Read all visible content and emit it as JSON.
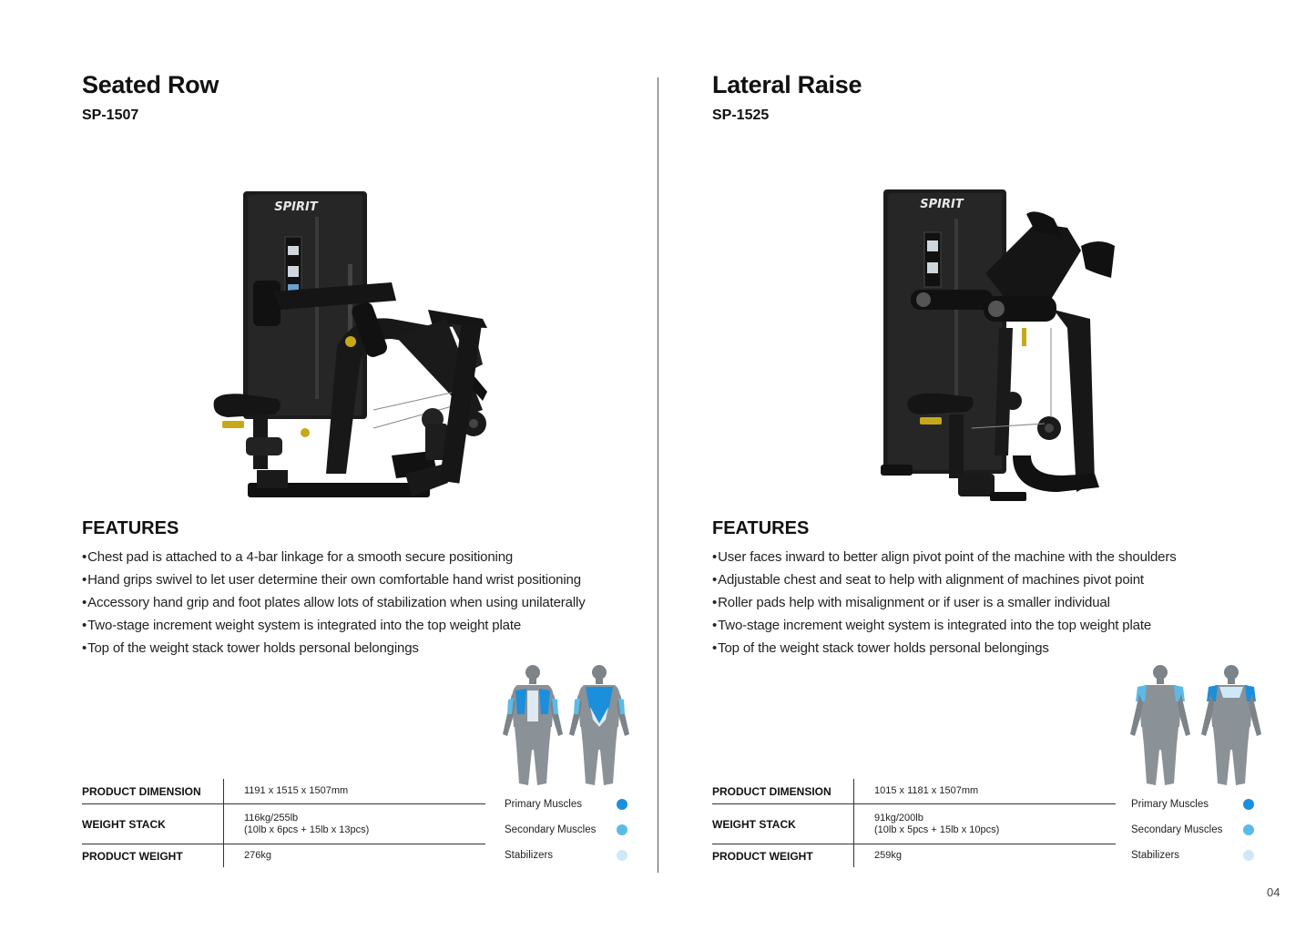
{
  "products": [
    {
      "name": "Seated Row",
      "model": "SP-1507",
      "brand": "SPIRIT",
      "features_title": "FEATURES",
      "features": [
        "Chest pad is attached to a 4-bar linkage for a smooth secure positioning",
        "Hand grips swivel to let user determine their own comfortable hand wrist positioning",
        "Accessory hand grip and foot plates allow lots of stabilization when using unilaterally",
        "Two-stage increment weight system is integrated into the top weight plate",
        "Top of the weight stack tower holds personal belongings"
      ],
      "specs": [
        {
          "label": "PRODUCT DIMENSION",
          "value": "1191 x 1515 x 1507mm",
          "value2": ""
        },
        {
          "label": "WEIGHT STACK",
          "value": "116kg/255lb",
          "value2": "(10lb x 6pcs + 15lb x 13pcs)"
        },
        {
          "label": "PRODUCT WEIGHT",
          "value": "276kg",
          "value2": ""
        }
      ],
      "legend": [
        {
          "label": "Primary Muscles",
          "color": "#1b8fdc"
        },
        {
          "label": "Secondary Muscles",
          "color": "#5bbbe8"
        },
        {
          "label": "Stabilizers",
          "color": "#cfe8f7"
        }
      ]
    },
    {
      "name": "Lateral Raise",
      "model": "SP-1525",
      "brand": "SPIRIT",
      "features_title": "FEATURES",
      "features": [
        "User faces inward to better align pivot point of the machine with the shoulders",
        "Adjustable chest and seat to help with alignment of machines pivot point",
        "Roller pads help with misalignment or if user is a smaller individual",
        "Two-stage increment weight system is integrated into the top weight plate",
        "Top of the weight stack tower holds personal belongings"
      ],
      "specs": [
        {
          "label": "PRODUCT DIMENSION",
          "value": "1015 x 1181 x 1507mm",
          "value2": ""
        },
        {
          "label": "WEIGHT STACK",
          "value": "91kg/200lb",
          "value2": "(10lb x 5pcs + 15lb x 10pcs)"
        },
        {
          "label": "PRODUCT WEIGHT",
          "value": "259kg",
          "value2": ""
        }
      ],
      "legend": [
        {
          "label": "Primary Muscles",
          "color": "#1b8fdc"
        },
        {
          "label": "Secondary Muscles",
          "color": "#5bbbe8"
        },
        {
          "label": "Stabilizers",
          "color": "#cfe8f7"
        }
      ]
    }
  ],
  "page_number": "04"
}
